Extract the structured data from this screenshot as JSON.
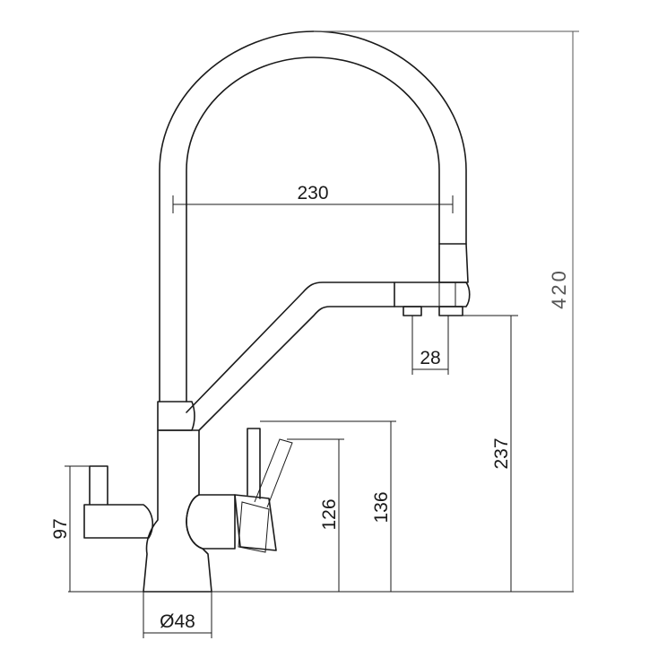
{
  "dimensions": {
    "spout_reach": "230",
    "outlet_spacing": "28",
    "outlet_height": "237",
    "total_height": "420",
    "handle_height": "97",
    "side_lever_height_low": "126",
    "side_lever_height_high": "136",
    "base_diameter": "Ø48"
  }
}
